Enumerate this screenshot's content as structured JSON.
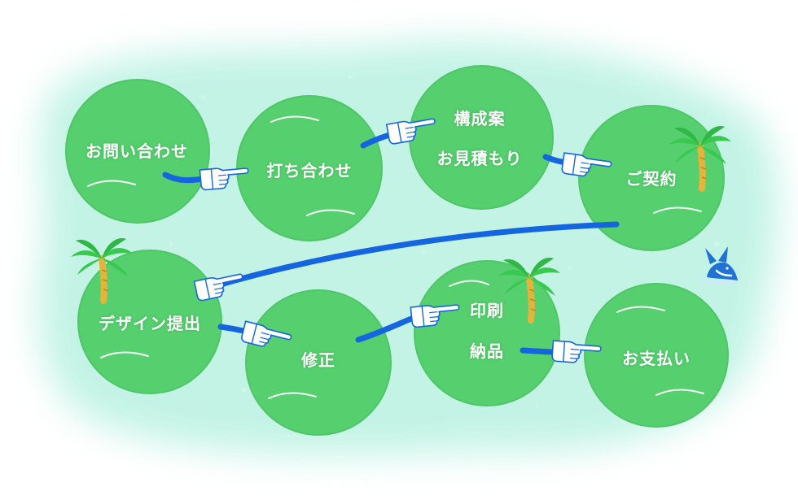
{
  "diagram": {
    "steps": [
      {
        "id": "inquiry",
        "lines": [
          "お問い合わせ"
        ]
      },
      {
        "id": "meeting",
        "lines": [
          "打ち合わせ"
        ]
      },
      {
        "id": "plan",
        "lines": [
          "構成案",
          "お見積もり"
        ]
      },
      {
        "id": "contract",
        "lines": [
          "ご契約"
        ]
      },
      {
        "id": "design",
        "lines": [
          "デザイン提出"
        ]
      },
      {
        "id": "revision",
        "lines": [
          "修正"
        ]
      },
      {
        "id": "print",
        "lines": [
          "印刷",
          "納品"
        ]
      },
      {
        "id": "payment",
        "lines": [
          "お支払い"
        ]
      }
    ],
    "colors": {
      "circle": "#56cf6f",
      "connector": "#1565e0",
      "background_glow": "#bff3e4",
      "palm_leaf": "#39c94f",
      "palm_trunk": "#e6b43b",
      "bird": "#1f72d6"
    },
    "icons": [
      "pointing-hand-icon",
      "palm-tree-icon",
      "bird-icon"
    ]
  }
}
